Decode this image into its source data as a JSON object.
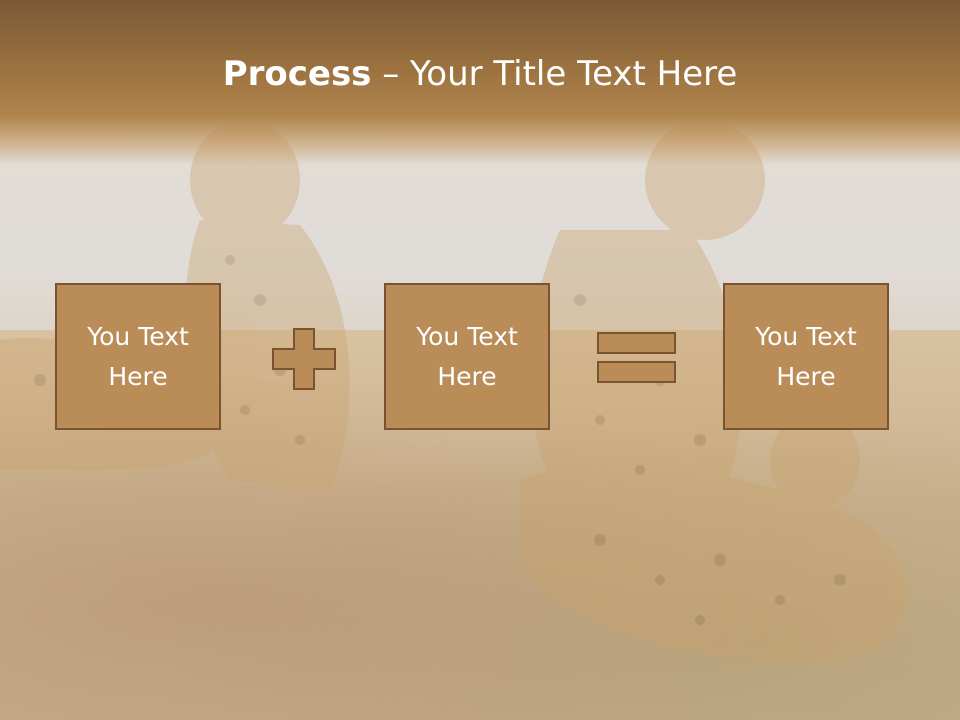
{
  "title": {
    "bold": "Process",
    "rest": " – Your Title Text Here"
  },
  "steps": [
    {
      "text": "You Text Here"
    },
    {
      "text": "You Text Here"
    },
    {
      "text": "You Text Here"
    }
  ],
  "operators": [
    "plus-icon",
    "equals-icon"
  ],
  "colors": {
    "title_band": "#9a713f",
    "box_fill": "#b98c58",
    "box_border": "#7a5430",
    "text": "#ffffff"
  }
}
